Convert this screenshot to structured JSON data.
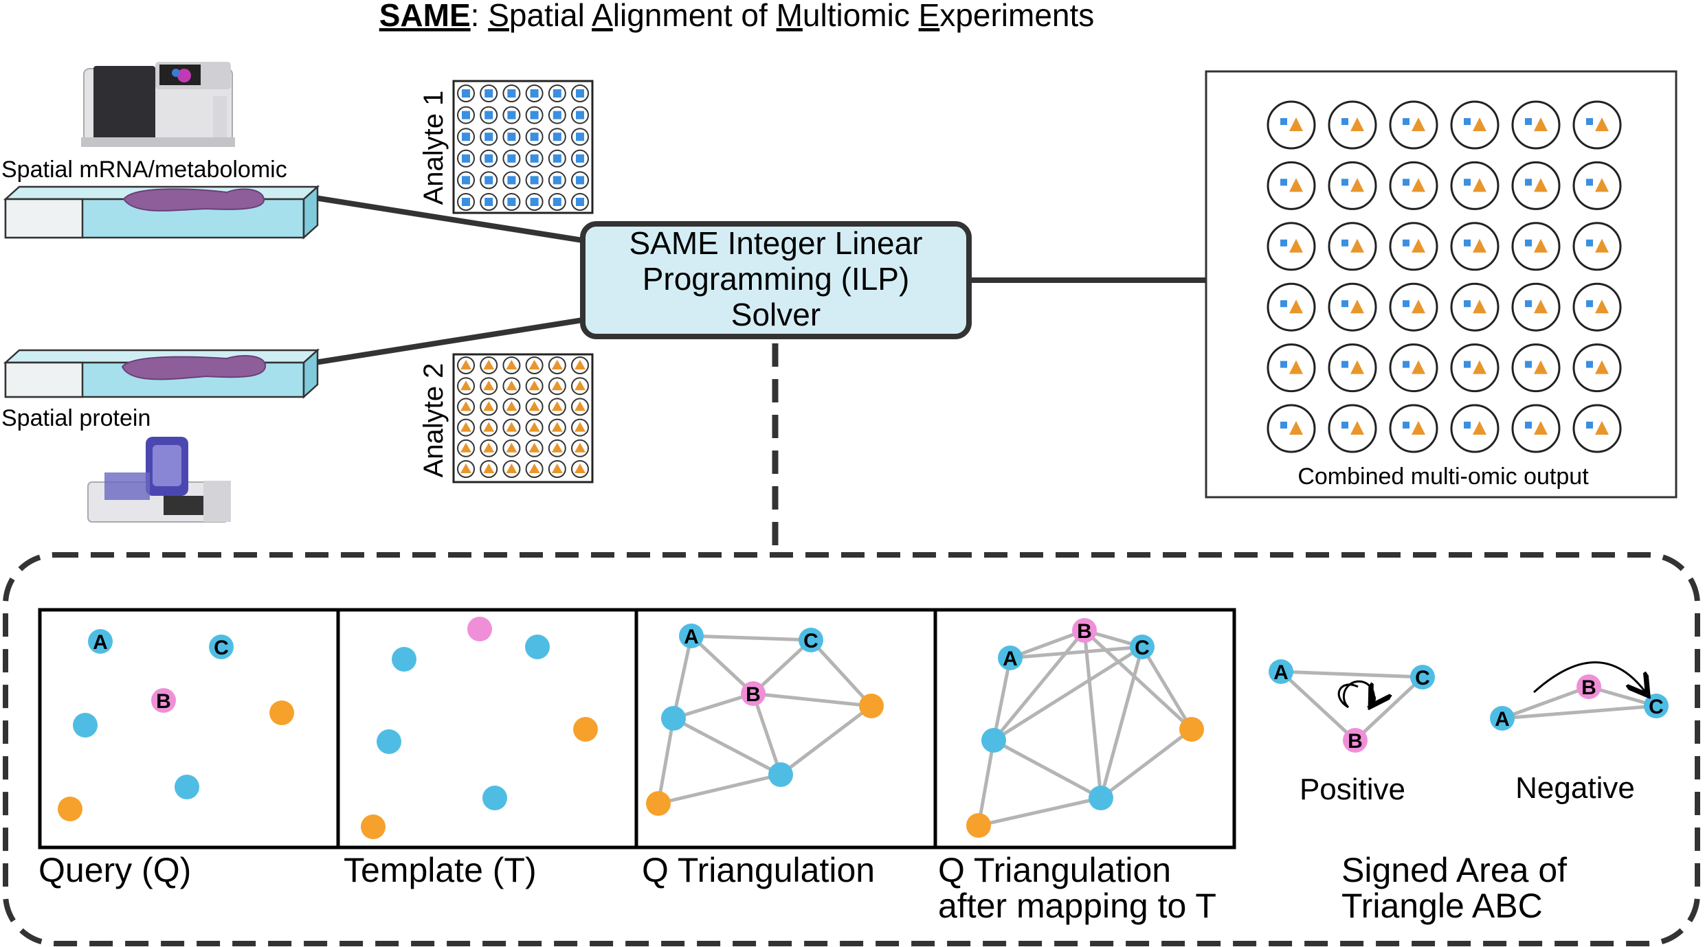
{
  "title": {
    "acronym": "SAME",
    "separator": ": ",
    "words": [
      {
        "initial": "S",
        "rest": "patial "
      },
      {
        "initial": "A",
        "rest": "lignment of "
      },
      {
        "initial": "M",
        "rest": "ultiomic "
      },
      {
        "initial": "E",
        "rest": "xperiments"
      }
    ]
  },
  "inputs": {
    "mrna_label": "Spatial mRNA/metabolomic",
    "protein_label": "Spatial protein",
    "analyte1_label": "Analyte 1",
    "analyte2_label": "Analyte 2"
  },
  "solver": {
    "line1": "SAME Integer Linear",
    "line2": "Programming (ILP)",
    "line3": "Solver"
  },
  "output": {
    "label": "Combined multi-omic output",
    "grid": {
      "rows": 6,
      "cols": 6
    }
  },
  "analyte_grid": {
    "rows": 6,
    "cols": 6
  },
  "panels": {
    "query_label": "Query (Q)",
    "template_label": "Template (T)",
    "triangulation_label": "Q Triangulation",
    "mapped_label_line1": "Q Triangulation",
    "mapped_label_line2": "after mapping to T",
    "signed_area_line1": "Signed Area of",
    "signed_area_line2": "Triangle ABC",
    "positive_label": "Positive",
    "negative_label": "Negative",
    "node_labels": {
      "a": "A",
      "b": "B",
      "c": "C"
    }
  },
  "colors": {
    "blue_node": "#4fbde3",
    "pink_node": "#ef8fd8",
    "orange_node": "#f6a12c",
    "square_blue": "#3a8fe0",
    "triangle_orange": "#e8962c",
    "solver_fill": "#d4edf5",
    "edge_gray": "#b4b4b4",
    "tissue": "#8e5e9a",
    "slide_blue": "#a6e0ec"
  }
}
